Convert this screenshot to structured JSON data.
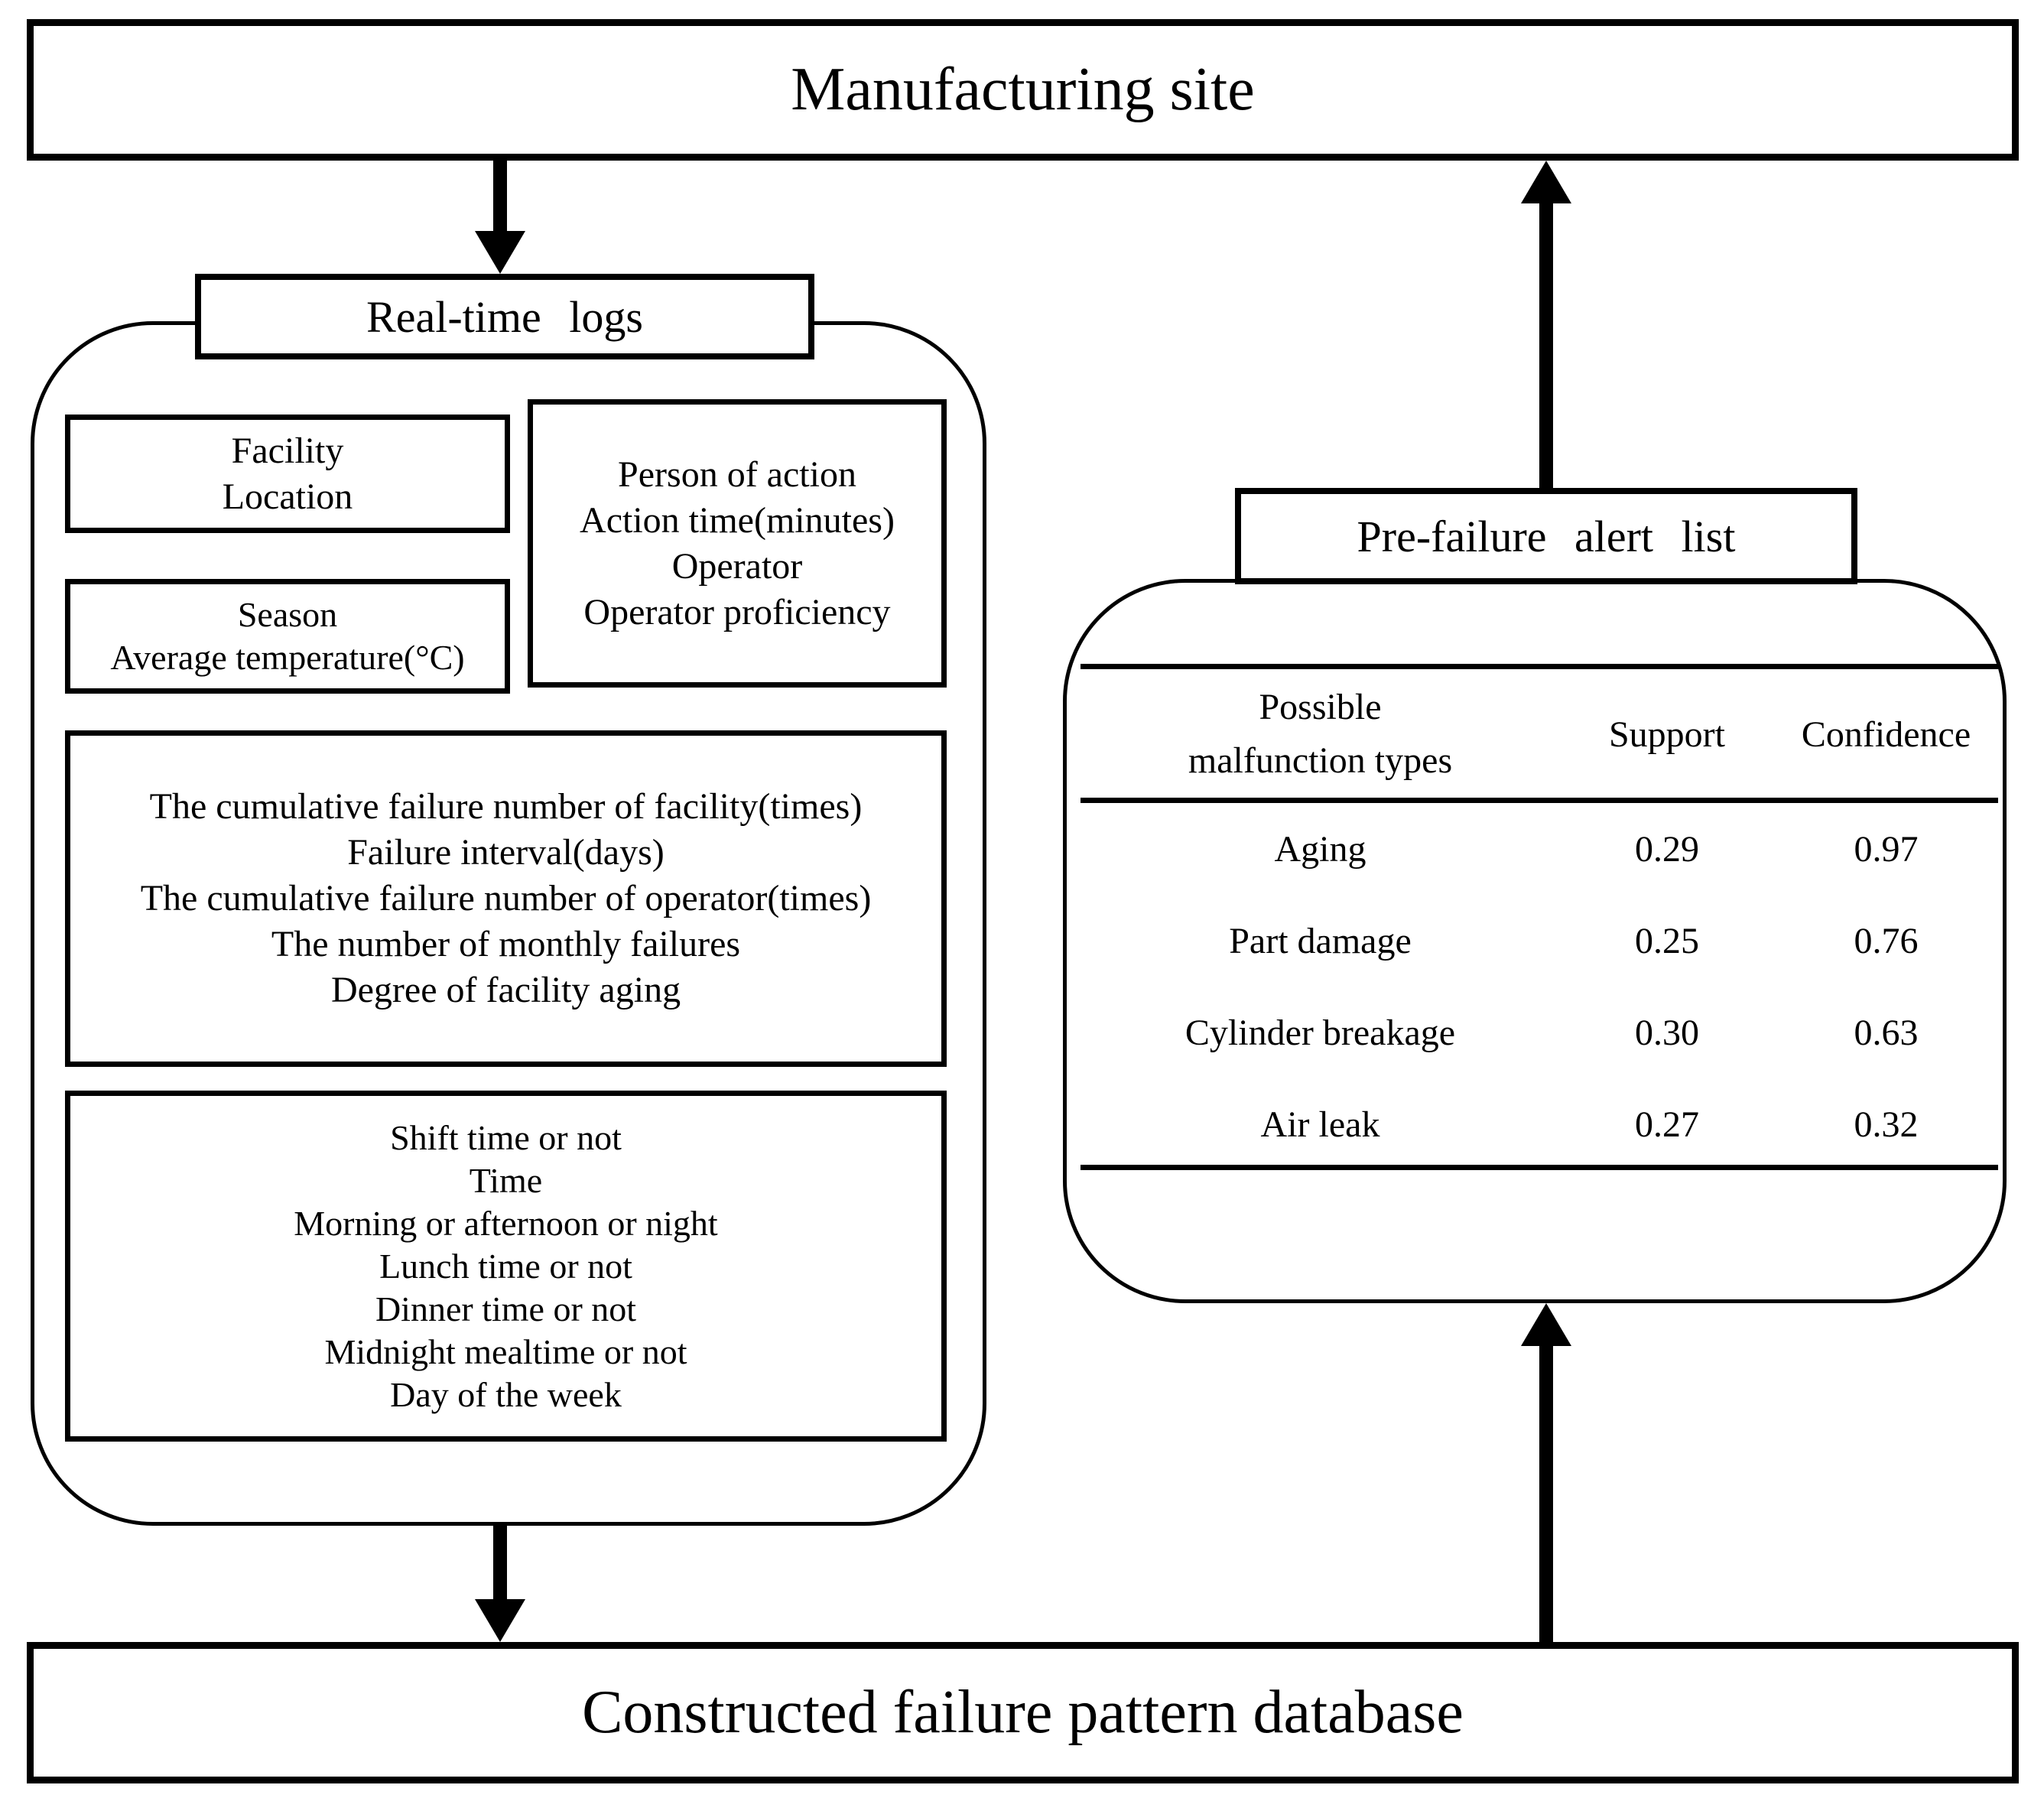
{
  "top_banner": {
    "title": "Manufacturing site"
  },
  "bottom_banner": {
    "title": "Constructed failure pattern database"
  },
  "realtime_logs": {
    "title": "Real-time logs",
    "facility_box": {
      "lines": [
        "Facility",
        "Location"
      ]
    },
    "season_box": {
      "lines": [
        "Season",
        "Average temperature(°C)"
      ]
    },
    "person_box": {
      "lines": [
        "Person of action",
        "Action time(minutes)",
        "Operator",
        "Operator proficiency"
      ]
    },
    "failure_stats_box": {
      "lines": [
        "The cumulative failure number of facility(times)",
        "Failure interval(days)",
        "The cumulative failure number of operator(times)",
        "The number of monthly failures",
        "Degree of facility aging"
      ]
    },
    "time_context_box": {
      "lines": [
        "Shift time or not",
        "Time",
        "Morning or afternoon or night",
        "Lunch time or not",
        "Dinner time or not",
        "Midnight mealtime or not",
        "Day of the week"
      ]
    }
  },
  "alert_panel": {
    "title": "Pre-failure alert list",
    "table": {
      "col1_header_line1": "Possible",
      "col1_header_line2": "malfunction types",
      "col2_header": "Support",
      "col3_header": "Confidence",
      "rows": [
        {
          "type": "Aging",
          "support": "0.29",
          "confidence": "0.97"
        },
        {
          "type": "Part damage",
          "support": "0.25",
          "confidence": "0.76"
        },
        {
          "type": "Cylinder breakage",
          "support": "0.30",
          "confidence": "0.63"
        },
        {
          "type": "Air leak",
          "support": "0.27",
          "confidence": "0.32"
        }
      ]
    }
  },
  "colors": {
    "ink": "#000000",
    "background": "#ffffff"
  }
}
